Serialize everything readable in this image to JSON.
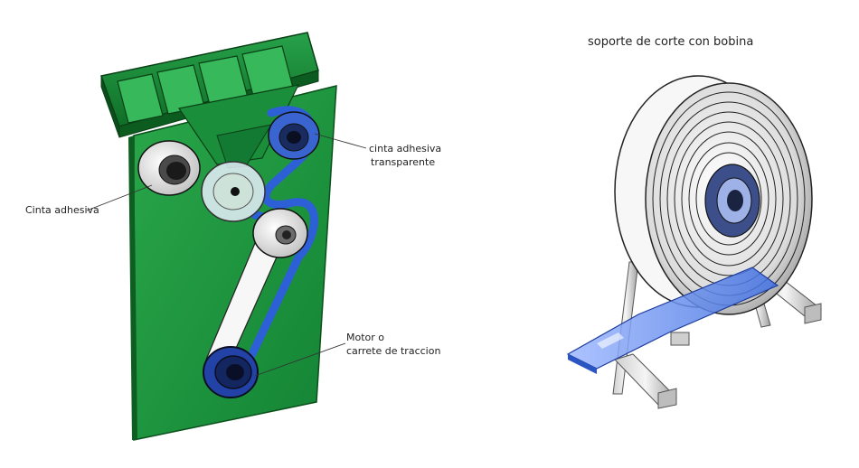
{
  "labels": {
    "coil_stand_title": "soporte de corte con bobina",
    "adhesive_tape": "Cinta adhesiva",
    "clear_tape_line1": "cinta adhesiva",
    "clear_tape_line2": "transparente",
    "motor_line1": "Motor o",
    "motor_line2": "carrete de traccion"
  },
  "colors": {
    "board_green": "#1f9a3c",
    "board_dark": "#0e5e22",
    "belt_blue": "#3d6ee0",
    "roller_white": "#f2f2f2",
    "outline": "#111111"
  }
}
